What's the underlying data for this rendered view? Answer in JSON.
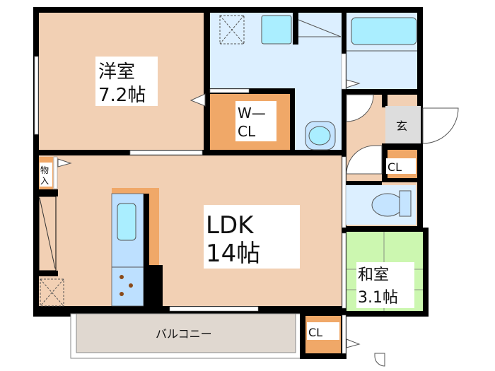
{
  "rooms": {
    "western": {
      "name": "洋室",
      "size": "7.2帖"
    },
    "walk_in_closet": {
      "line1": "W—",
      "line2": "CL"
    },
    "entrance": {
      "name": "玄"
    },
    "entrance_closet": {
      "name": "CL"
    },
    "ldk": {
      "name": "LDK",
      "size": "14帖"
    },
    "storage": {
      "line1": "物",
      "line2": "入"
    },
    "japanese": {
      "name": "和室",
      "size": "3.1帖"
    },
    "balcony": {
      "name": "バルコニー"
    },
    "balcony_closet": {
      "name": "CL"
    }
  },
  "colors": {
    "wall": "#000000",
    "floor_wood": "#f2d0b4",
    "closet": "#f0a868",
    "wet_area": "#dcefff",
    "fixture": "#aaeeff",
    "tatami": "#ccf7b0",
    "balcony": "#e0d8d0",
    "entrance": "#dddddd"
  }
}
